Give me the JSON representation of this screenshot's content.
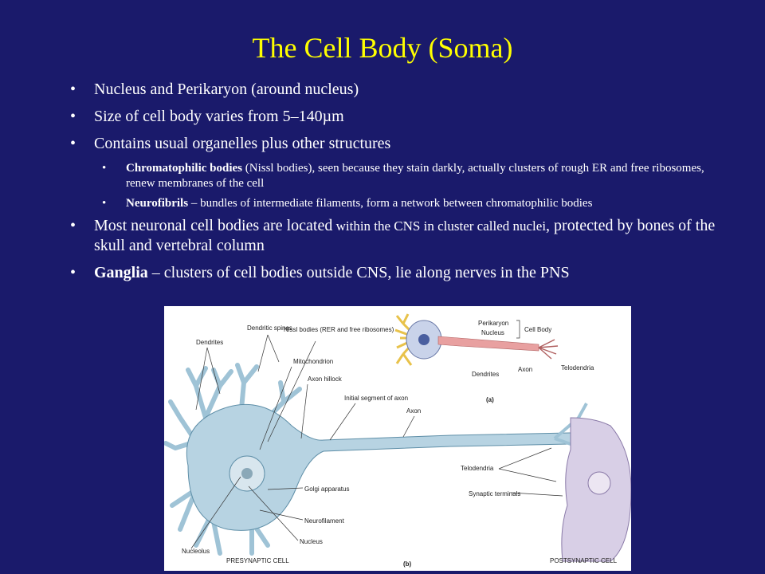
{
  "slide": {
    "title": "The Cell Body (Soma)",
    "bullets": [
      {
        "text": "Nucleus and Perikaryon (around nucleus)"
      },
      {
        "text": "Size of cell body varies from 5–140µm"
      },
      {
        "text": "Contains usual organelles plus other structures"
      },
      {
        "bold": "Chromatophilic bodies",
        "text": " (Nissl bodies), seen because they stain darkly, actually clusters of rough ER and free ribosomes, renew membranes of the cell"
      },
      {
        "bold": "Neurofibrils",
        "text": " – bundles of intermediate filaments, form a network between chromatophilic bodies"
      },
      {
        "text_large": "Most neuronal cell bodies are located",
        "text_small": " within the CNS in cluster called nuclei",
        "text_end": ", protected by bones of the skull and vertebral column"
      },
      {
        "bold": "Ganglia",
        "text": " – clusters of cell bodies outside CNS, lie along nerves in the PNS"
      }
    ]
  },
  "figure": {
    "labels": {
      "perikaryon": "Perikaryon",
      "nucleus_a": "Nucleus",
      "cell_body": "Cell Body",
      "dendrites_a": "Dendrites",
      "axon_a": "Axon",
      "telodendria_a": "Telodendria",
      "panel_a": "(a)",
      "dendrites": "Dendrites",
      "dendritic_spines": "Dendritic spines",
      "nissl_bodies": "Nissl bodies (RER and free ribosomes)",
      "mitochondrion": "Mitochondrion",
      "axon_hillock": "Axon hillock",
      "initial_segment": "Initial segment of axon",
      "axon": "Axon",
      "golgi": "Golgi apparatus",
      "neurofilament": "Neurofilament",
      "nucleus": "Nucleus",
      "nucleolus": "Nucleolus",
      "telodendria": "Telodendria",
      "synaptic_terminals": "Synaptic terminals",
      "presynaptic_cell": "PRESYNAPTIC CELL",
      "postsynaptic_cell": "POSTSYNAPTIC CELL",
      "panel_b": "(b)"
    }
  }
}
